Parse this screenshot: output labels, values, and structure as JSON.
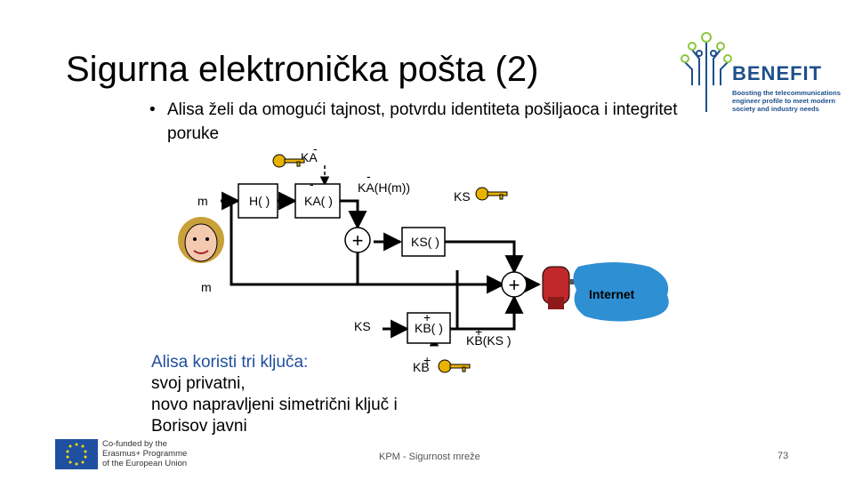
{
  "title": "Sigurna elektronička pošta (2)",
  "bullet": "Alisa želi da omogući tajnost, potvrdu identiteta pošiljaoca i integritet poruke",
  "logo": {
    "name": "BENEFIT",
    "tagline": "Boosting the telecommunications engineer profile to meet modern society and industry needs"
  },
  "diagram": {
    "m_top": "m",
    "hash_box": "H( )",
    "ka_priv_box": "KA( )",
    "ka_priv_key": "KA",
    "signed_hash": "KA(H(m))",
    "ks_key_top": "KS",
    "ks_box": "KS( )",
    "m_left": "m",
    "internet": "Internet",
    "ks_bottom": "KS",
    "kb_box": "KB( )",
    "kb_pub_key": "KB",
    "kb_ks": "KB(KS )",
    "minus": "-",
    "plus": "+"
  },
  "explain": {
    "line1": "Alisa koristi tri ključa:",
    "line2": "svoj privatni,",
    "line3": "novo napravljeni simetrični ključ i",
    "line4": "Borisov javni"
  },
  "eu": {
    "line1": "Co-funded by the",
    "line2": "Erasmus+ Programme",
    "line3": "of the European Union"
  },
  "footer": "KPM - Sigurnost mreže",
  "page_number": "73",
  "colors": {
    "logo_blue": "#1d4f8c",
    "logo_green": "#8cc63f",
    "internet_cloud": "#2f8fd3",
    "key_gold": "#e8b200",
    "explain_blue": "#1f4e9c"
  }
}
